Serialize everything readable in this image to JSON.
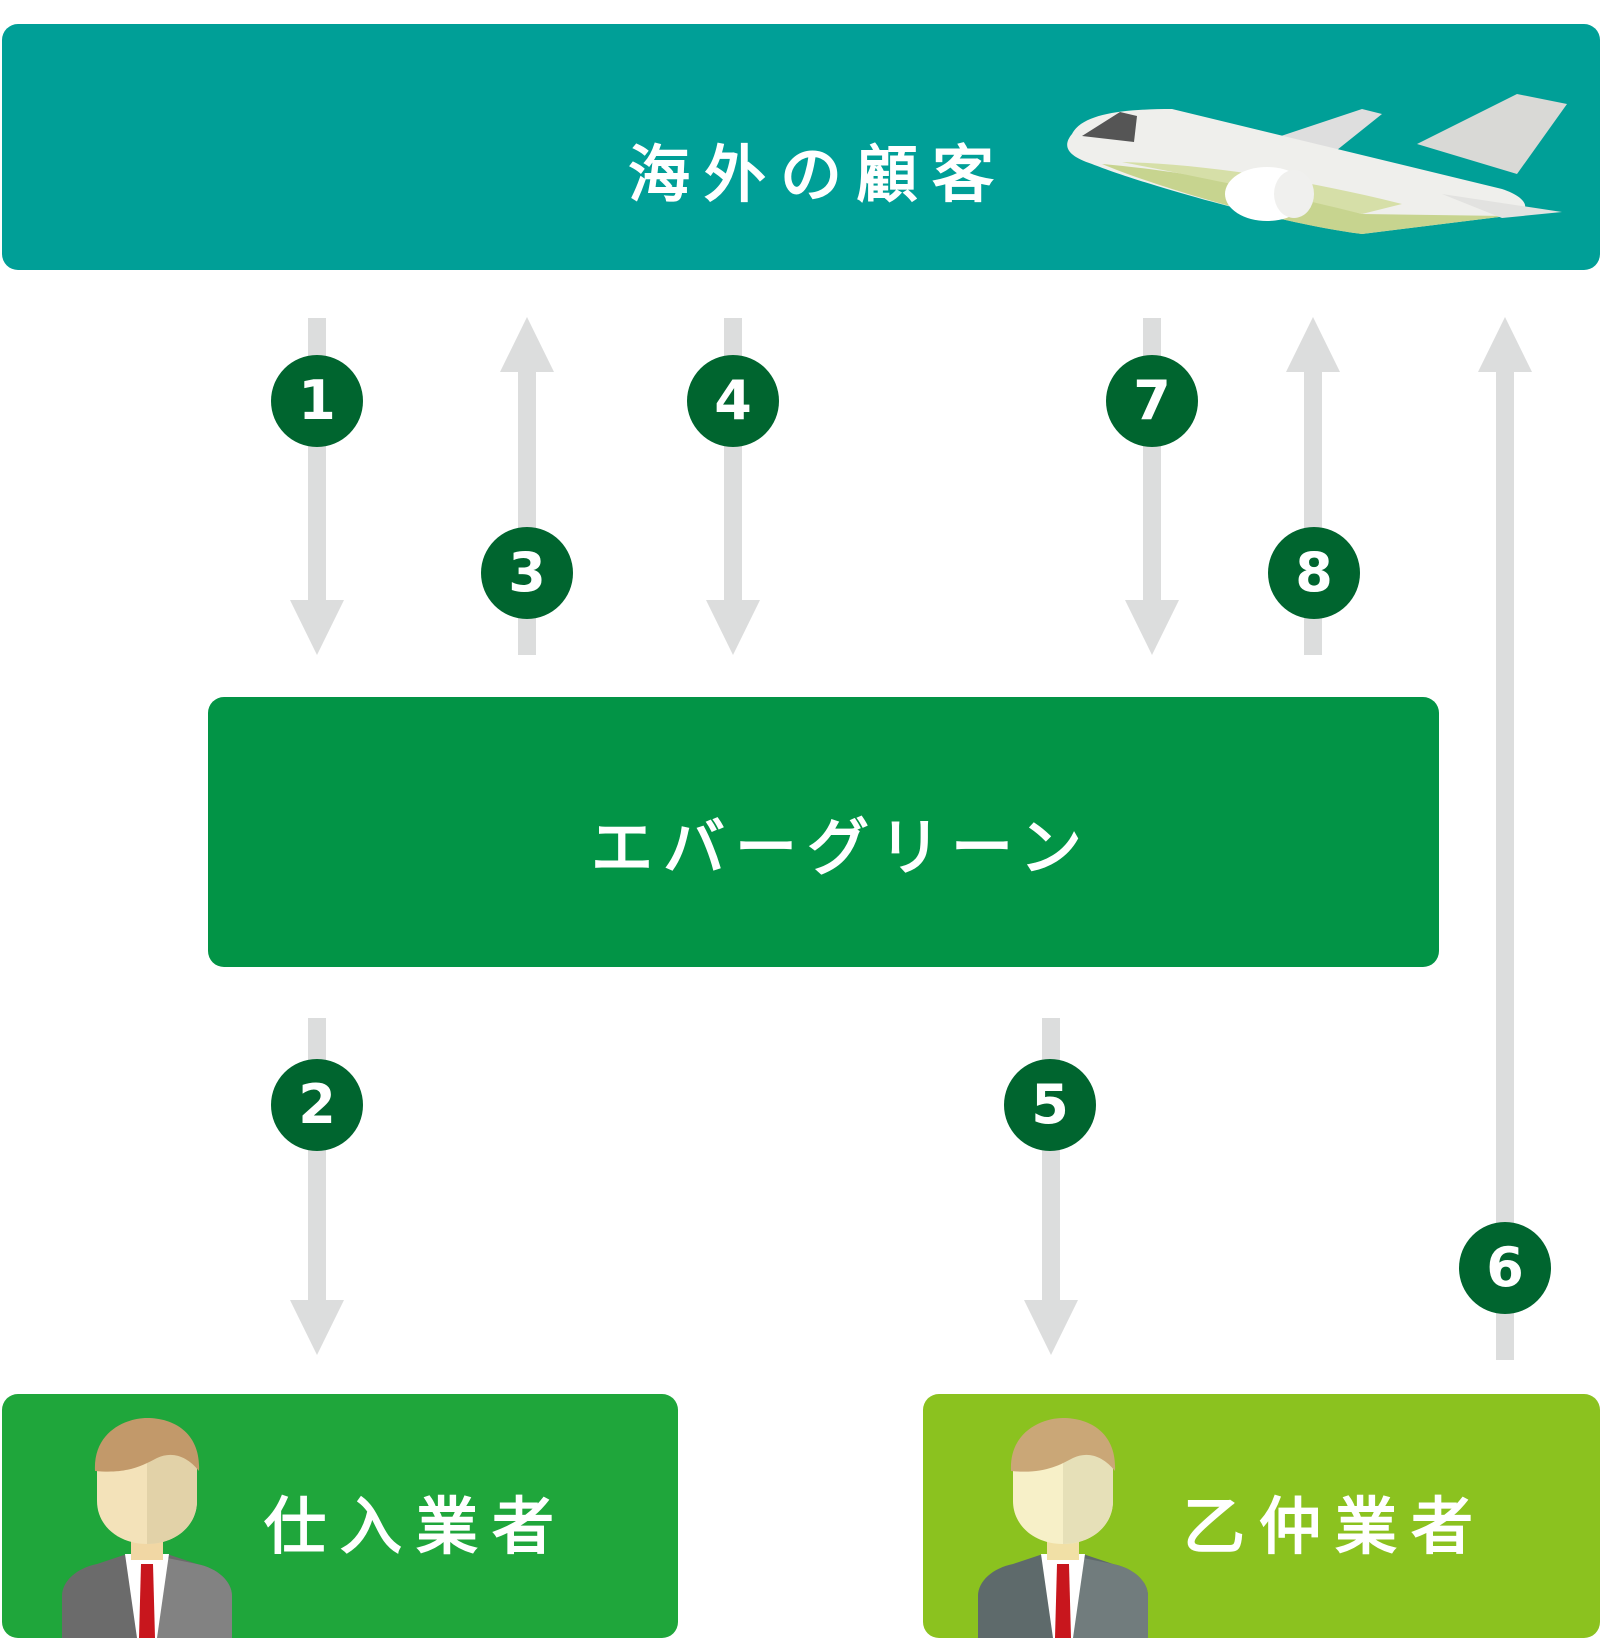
{
  "colors": {
    "customers_box": "#009f97",
    "evergreen_box": "#029446",
    "supplier_box": "#1fa63b",
    "broker_box": "#8bc21f",
    "step_circle": "#00652f",
    "arrow": "#dcdddd"
  },
  "nodes": {
    "customers": {
      "label": "海外の顧客",
      "icon": "airplane-icon"
    },
    "evergreen": {
      "label": "エバーグリーン"
    },
    "supplier": {
      "label": "仕入業者",
      "icon": "businessman-icon"
    },
    "broker": {
      "label": "乙仲業者",
      "icon": "businessman-icon"
    }
  },
  "steps": [
    {
      "label": "1",
      "from": "customers",
      "to": "evergreen"
    },
    {
      "label": "2",
      "from": "evergreen",
      "to": "supplier"
    },
    {
      "label": "3",
      "from": "evergreen",
      "to": "customers"
    },
    {
      "label": "4",
      "from": "customers",
      "to": "evergreen"
    },
    {
      "label": "5",
      "from": "evergreen",
      "to": "broker"
    },
    {
      "label": "6",
      "from": "broker",
      "to": "customers"
    },
    {
      "label": "7",
      "from": "customers",
      "to": "evergreen"
    },
    {
      "label": "8",
      "from": "evergreen",
      "to": "customers"
    }
  ]
}
